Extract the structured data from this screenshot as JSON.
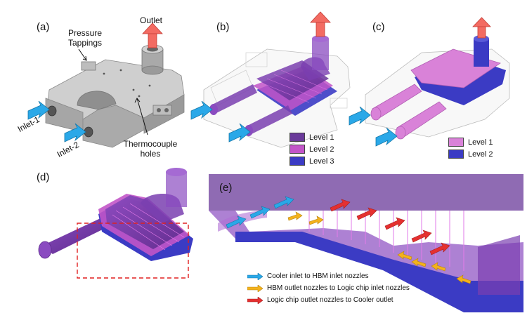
{
  "panels": {
    "a": {
      "label": "(a)",
      "outlet": "Outlet",
      "pressure_tappings": "Pressure Tappings",
      "inlet1": "Inlet-1",
      "inlet2": "Inlet-2",
      "thermocouple": "Thermocouple holes"
    },
    "b": {
      "label": "(b)",
      "legend": [
        {
          "label": "Level 1",
          "color": "#6a3a9a"
        },
        {
          "label": "Level 2",
          "color": "#c255c8"
        },
        {
          "label": "Level 3",
          "color": "#3b3bc4"
        }
      ]
    },
    "c": {
      "label": "(c)",
      "legend": [
        {
          "label": "Level 1",
          "color": "#d982d8"
        },
        {
          "label": "Level 2",
          "color": "#3b3bc4"
        }
      ]
    },
    "d": {
      "label": "(d)"
    },
    "e": {
      "label": "(e)",
      "legend": [
        {
          "label": "Cooler inlet to HBM inlet nozzles",
          "color": "#2aa8e8"
        },
        {
          "label": "HBM outlet nozzles to Logic chip inlet nozzles",
          "color": "#f4b21c"
        },
        {
          "label": "Logic chip outlet nozzles to Cooler outlet",
          "color": "#e53030"
        }
      ]
    }
  },
  "colors": {
    "housing": "#b8b8b8",
    "level1": "#6a3a9a",
    "level2": "#c255c8",
    "level3": "#3b3bc4",
    "flow_in": "#2aa8e8",
    "flow_mid": "#f4b21c",
    "flow_out": "#e53030",
    "dashed_box": "#e02020"
  }
}
